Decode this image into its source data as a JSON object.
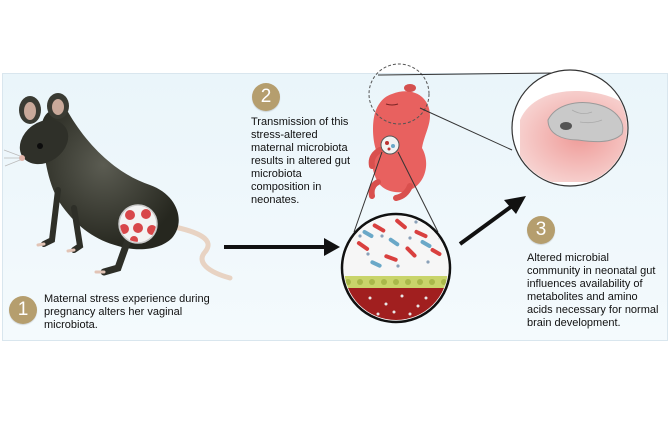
{
  "steps": [
    {
      "number": "1",
      "text": "Maternal stress experience during pregnancy alters her vaginal microbiota."
    },
    {
      "number": "2",
      "text": "Transmission of this stress-altered maternal microbiota results in altered gut microbiota composition in neonates."
    },
    {
      "number": "3",
      "text": "Altered microbial community in neonatal gut influences availability of metabolites and amino acids necessary for normal brain development."
    }
  ],
  "colors": {
    "panel_background": "#eaf5fa",
    "badge": "#b59e6e",
    "mouse_body": "#3b3c35",
    "pup_body": "#e8615f",
    "brain": "#c9c9c9",
    "blood": "#a11f1f",
    "arrow": "#111111"
  },
  "icons": [
    "adult-mouse-illustration",
    "neonate-pup-illustration",
    "brain-inset-icon",
    "gut-microbiota-inset-icon",
    "arrow-icon"
  ]
}
